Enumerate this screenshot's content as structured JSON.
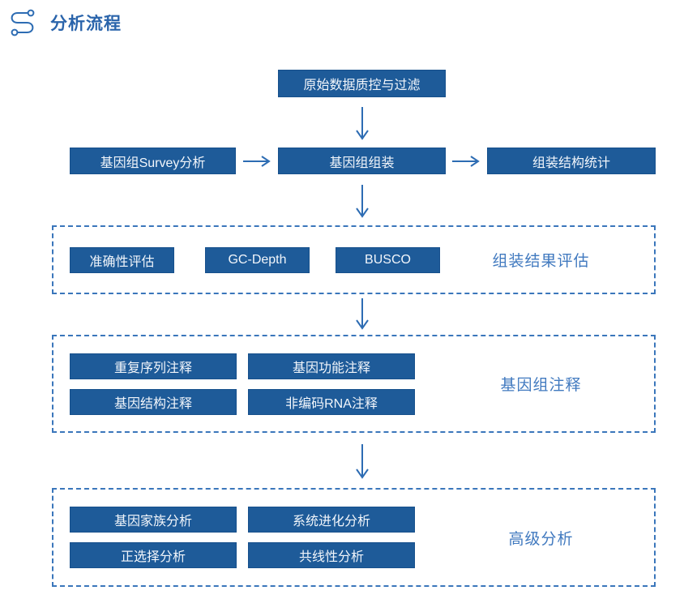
{
  "header": {
    "title": "分析流程"
  },
  "flow": {
    "top_box": "原始数据质控与过滤",
    "row2": [
      "基因组Survey分析",
      "基因组组装",
      "组装结构统计"
    ],
    "sections": [
      {
        "label": "组装结果评估",
        "boxes": [
          "准确性评估",
          "GC-Depth",
          "BUSCO"
        ]
      },
      {
        "label": "基因组注释",
        "boxes": [
          "重复序列注释",
          "基因功能注释",
          "基因结构注释",
          "非编码RNA注释"
        ]
      },
      {
        "label": "高级分析",
        "boxes": [
          "基因家族分析",
          "系统进化分析",
          "正选择分析",
          "共线性分析"
        ]
      }
    ]
  },
  "icons": {
    "header": "workflow-route-icon",
    "connectors": [
      "arrow-down-icon",
      "arrow-right-icon"
    ]
  },
  "colors": {
    "node_fill": "#1e5b99",
    "node_text": "#f2f6fb",
    "arrow_blue": "#2d6cb3",
    "dashed_border": "#3a76bb",
    "section_label": "#4079bf",
    "title": "#2a64ab",
    "background": "#ffffff"
  }
}
